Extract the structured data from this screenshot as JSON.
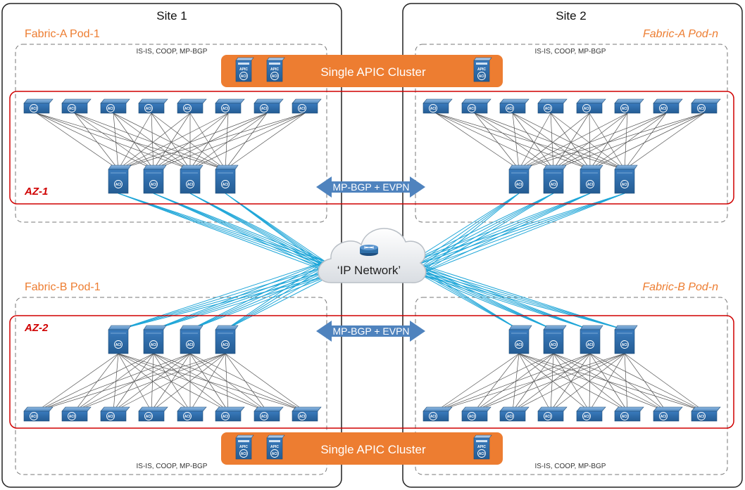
{
  "sites": [
    {
      "title": "Site 1"
    },
    {
      "title": "Site 2"
    }
  ],
  "fabrics": {
    "a_pod_1": "Fabric-A Pod-1",
    "a_pod_n": "Fabric-A Pod-n",
    "b_pod_1": "Fabric-B Pod-1",
    "b_pod_n": "Fabric-B Pod-n"
  },
  "protocols": "IS-IS, COOP, MP-BGP",
  "availability_zones": {
    "az1": "AZ-1",
    "az2": "AZ-2"
  },
  "apic_cluster": {
    "label": "Single APIC Cluster",
    "device_label": "APIC"
  },
  "inter_site": {
    "label": "MP-BGP + EVPN"
  },
  "ip_network": {
    "label": "‘IP Network’"
  },
  "device_label": "ACI",
  "colors": {
    "orange": "#ed7d31",
    "red": "#d00000",
    "device_blue": "#2f6fa8",
    "arrow_blue": "#4f83be",
    "ipn_link": "#1fa6d8",
    "fabric_link": "#555555"
  }
}
